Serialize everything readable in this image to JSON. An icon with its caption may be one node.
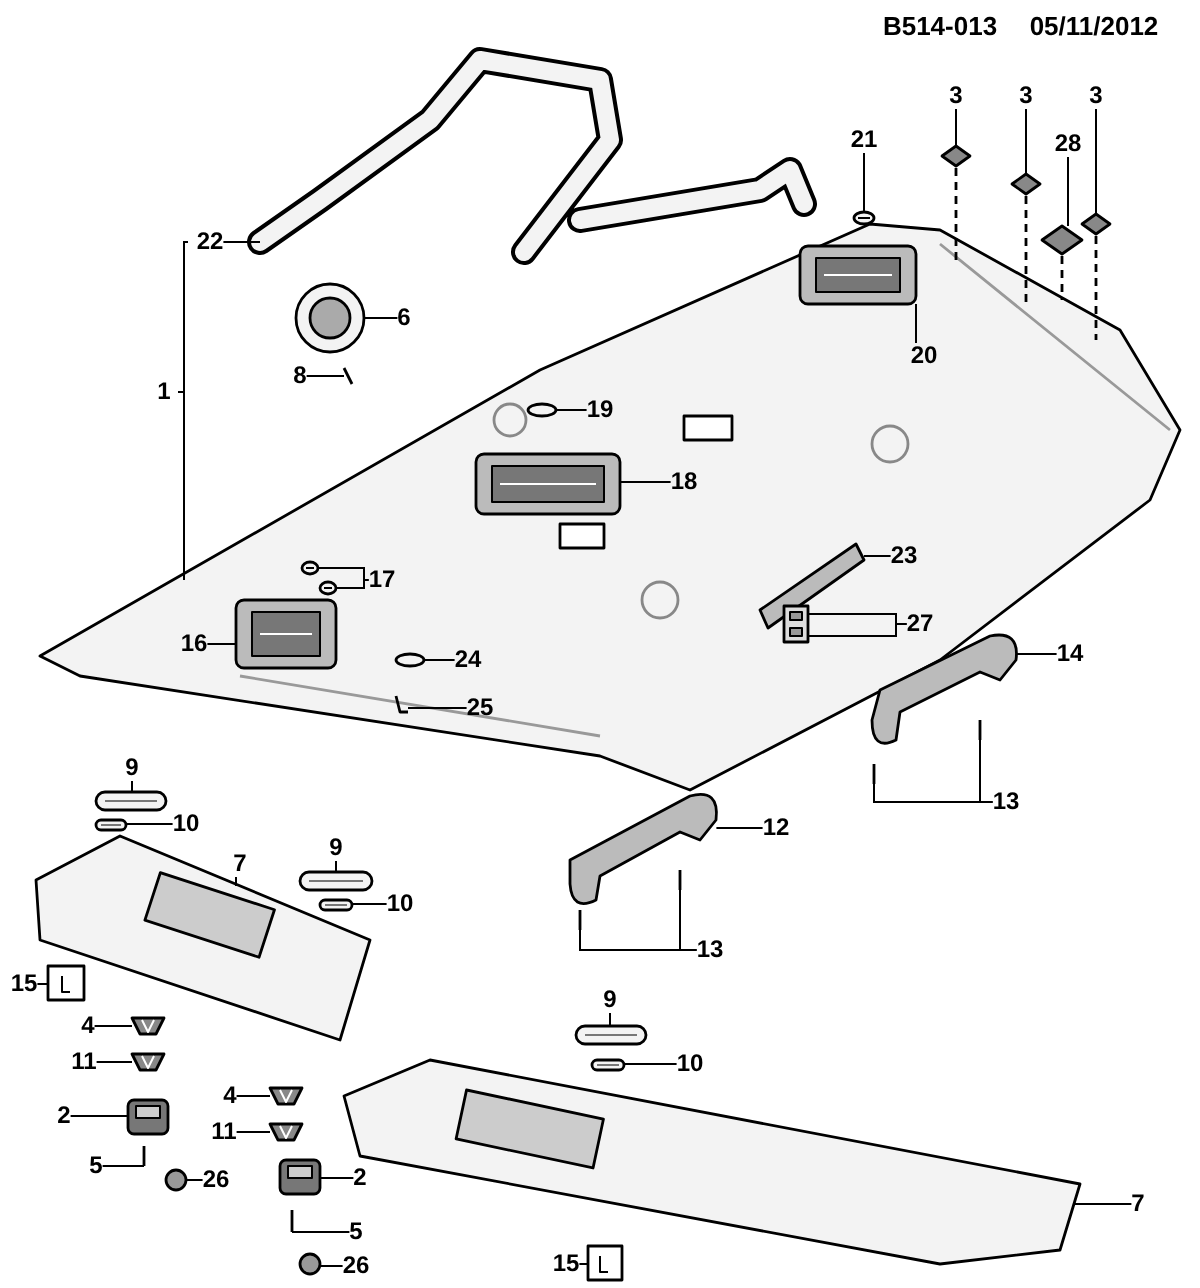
{
  "diagram": {
    "nodes": [
      {
        "text": [
          "3"
        ]
      },
      {
        "text": [
          "3"
        ]
      },
      {
        "text": [
          "3"
        ]
      },
      {
        "text": [
          "21"
        ]
      },
      {
        "text": [
          "28"
        ]
      },
      {
        "text": [
          "22"
        ]
      },
      {
        "text": [
          "6"
        ]
      },
      {
        "text": [
          "20"
        ]
      },
      {
        "text": [
          "8"
        ]
      },
      {
        "text": [
          "19"
        ]
      },
      {
        "text": [
          "18"
        ]
      },
      {
        "text": [
          "17"
        ]
      },
      {
        "text": [
          "23"
        ]
      },
      {
        "text": [
          "16"
        ]
      },
      {
        "text": [
          "27"
        ]
      },
      {
        "text": [
          "24"
        ]
      },
      {
        "text": [
          "14"
        ]
      },
      {
        "text": [
          "25"
        ]
      },
      {
        "text": [
          "9"
        ]
      },
      {
        "text": [
          "13"
        ]
      },
      {
        "text": [
          "10"
        ]
      },
      {
        "text": [
          "7"
        ]
      },
      {
        "text": [
          "9"
        ]
      },
      {
        "text": [
          "12"
        ]
      },
      {
        "text": [
          "10"
        ]
      },
      {
        "text": [
          "13"
        ]
      },
      {
        "text": [
          "15"
        ]
      },
      {
        "text": [
          "4"
        ]
      },
      {
        "text": [
          "11"
        ]
      },
      {
        "text": [
          "2"
        ]
      },
      {
        "text": [
          "4"
        ]
      },
      {
        "text": [
          "11"
        ]
      },
      {
        "text": [
          "5"
        ]
      },
      {
        "text": [
          "26"
        ]
      },
      {
        "text": [
          "2"
        ]
      },
      {
        "text": [
          "9"
        ]
      },
      {
        "text": [
          "10"
        ]
      },
      {
        "text": [
          "7"
        ]
      },
      {
        "text": [
          "5"
        ]
      },
      {
        "text": [
          "26"
        ]
      },
      {
        "text": [
          "15"
        ]
      },
      {
        "text": [],
        "shape": "picture"
      },
      {
        "text": [],
        "shape": "picture"
      },
      {
        "text": [],
        "shape": "picture"
      },
      {
        "text": [],
        "shape": "picture"
      },
      {
        "text": [],
        "shape": "picture"
      },
      {
        "text": [],
        "shape": "picture"
      },
      {
        "text": [],
        "shape": "picture"
      },
      {
        "text": [],
        "shape": "picture"
      },
      {
        "text": [],
        "shape": "picture"
      },
      {
        "text": [],
        "shape": "picture"
      },
      {
        "text": [],
        "shape": "picture"
      },
      {
        "text": [],
        "shape": "picture"
      },
      {
        "text": [],
        "shape": "picture"
      },
      {
        "text": [],
        "shape": "picture"
      },
      {
        "text": [],
        "shape": "picture"
      },
      {
        "text": [],
        "shape": "picture"
      },
      {
        "text": [],
        "shape": "picture"
      },
      {
        "text": [],
        "shape": "picture"
      },
      {
        "text": [],
        "shape": "picture"
      },
      {
        "text": [],
        "shape": "picture"
      },
      {
        "text": [],
        "shape": "picture"
      },
      {
        "text": [],
        "shape": "picture"
      },
      {
        "text": [],
        "shape": "picture"
      },
      {
        "text": [],
        "shape": "picture"
      },
      {
        "text": [],
        "shape": "picture"
      },
      {
        "text": [],
        "shape": "picture"
      },
      {
        "text": [],
        "shape": "picture"
      },
      {
        "text": [],
        "shape": "picture"
      },
      {
        "text": [],
        "shape": "picture"
      },
      {
        "text": [],
        "shape": "picture"
      },
      {
        "text": [],
        "shape": "picture"
      },
      {
        "text": [],
        "shape": "picture"
      },
      {
        "text": [],
        "shape": "picture"
      },
      {
        "text": [],
        "shape": "picture"
      },
      {
        "text": [],
        "shape": "picture"
      },
      {
        "text": [],
        "shape": "picture"
      },
      {
        "text": [],
        "shape": "picture"
      },
      {
        "text": [],
        "shape": "picture"
      },
      {
        "text": [],
        "shape": "picture"
      },
      {
        "text": [],
        "shape": "picture"
      },
      {
        "text": [],
        "shape": "picture"
      },
      {
        "text": [],
        "shape": "picture"
      },
      {
        "text": [],
        "shape": "picture"
      },
      {
        "text": [],
        "shape": "picture"
      }
    ],
    "edges": [
      {
        "from": 0,
        "to": 41,
        "arrow": "none"
      },
      {
        "from": 1,
        "to": 42,
        "arrow": "none"
      },
      {
        "from": 2,
        "to": 43,
        "arrow": "none"
      },
      {
        "from": 3,
        "to": 44,
        "arrow": "none"
      },
      {
        "from": 4,
        "to": 45,
        "arrow": "none"
      },
      {
        "from": 5,
        "to": 46,
        "arrow": "none"
      },
      {
        "from": 6,
        "to": 47,
        "arrow": "none"
      },
      {
        "from": 7,
        "to": 48,
        "arrow": "none"
      },
      {
        "from": 8,
        "to": 49,
        "arrow": "none"
      },
      {
        "from": 9,
        "to": 50,
        "arrow": "none"
      },
      {
        "from": 10,
        "to": 51,
        "arrow": "none"
      },
      {
        "from": 11,
        "to": 52,
        "arrow": "none"
      },
      {
        "from": 11,
        "to": 53,
        "arrow": "none"
      },
      {
        "from": 12,
        "to": 54,
        "arrow": "none"
      },
      {
        "from": 13,
        "to": 55,
        "arrow": "none"
      },
      {
        "from": 14,
        "to": 56,
        "arrow": "none"
      },
      {
        "from": 14,
        "to": 56,
        "arrow": "none"
      },
      {
        "from": 15,
        "to": 57,
        "arrow": "none"
      },
      {
        "from": 16,
        "to": 58,
        "arrow": "none"
      },
      {
        "from": 17,
        "to": 59,
        "arrow": "none"
      },
      {
        "from": 18,
        "to": 60,
        "arrow": "none"
      },
      {
        "from": 19,
        "to": 61,
        "arrow": "none"
      },
      {
        "from": 19,
        "to": 62,
        "arrow": "none"
      },
      {
        "from": 20,
        "to": 63,
        "arrow": "none"
      },
      {
        "from": 21,
        "to": 64,
        "arrow": "none"
      },
      {
        "from": 22,
        "to": 65,
        "arrow": "none"
      },
      {
        "from": 23,
        "to": 66,
        "arrow": "none"
      },
      {
        "from": 24,
        "to": 67,
        "arrow": "none"
      },
      {
        "from": 25,
        "to": 68,
        "arrow": "none"
      },
      {
        "from": 25,
        "to": 69,
        "arrow": "none"
      },
      {
        "from": 26,
        "to": 70,
        "arrow": "none"
      },
      {
        "from": 27,
        "to": 71,
        "arrow": "none"
      },
      {
        "from": 28,
        "to": 72,
        "arrow": "none"
      },
      {
        "from": 29,
        "to": 73,
        "arrow": "none"
      },
      {
        "from": 30,
        "to": 74,
        "arrow": "none"
      },
      {
        "from": 31,
        "to": 75,
        "arrow": "none"
      },
      {
        "from": 32,
        "to": 76,
        "arrow": "none"
      },
      {
        "from": 33,
        "to": 77,
        "arrow": "none"
      },
      {
        "from": 34,
        "to": 78,
        "arrow": "none"
      },
      {
        "from": 35,
        "to": 79,
        "arrow": "none"
      },
      {
        "from": 36,
        "to": 80,
        "arrow": "none"
      },
      {
        "from": 37,
        "to": 81,
        "arrow": "none"
      },
      {
        "from": 38,
        "to": 82,
        "arrow": "none"
      },
      {
        "from": 39,
        "to": 83,
        "arrow": "none"
      },
      {
        "from": 40,
        "to": 84,
        "arrow": "none"
      }
    ],
    "labels": [
      "B514-013",
      "05/11/2012",
      "1"
    ]
  }
}
